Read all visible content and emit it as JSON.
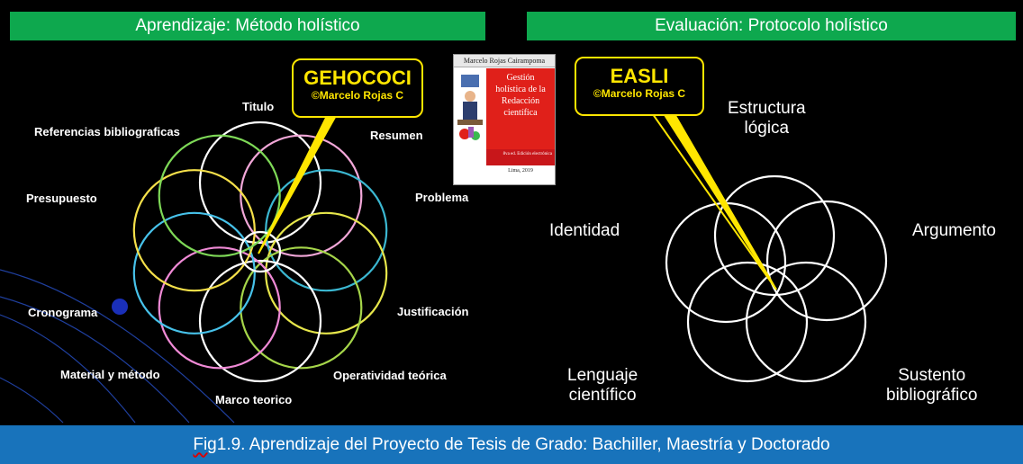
{
  "header": {
    "left_title": "Aprendizaje: Método holístico",
    "right_title": "Evaluación: Protocolo holístico"
  },
  "left_diagram": {
    "callout_title": "GEHOCOCI",
    "callout_author": "©Marcelo Rojas C",
    "labels": {
      "titulo": "Titulo",
      "referencias": "Referencias bibliograficas",
      "resumen": "Resumen",
      "presupuesto": "Presupuesto",
      "problema": "Problema",
      "cronograma": "Cronograma",
      "justificacion": "Justificación",
      "material": "Material y método",
      "operatividad": "Operatividad teórica",
      "marco": "Marco teorico"
    },
    "ring_colors": [
      "#ffffff",
      "#f2a7d8",
      "#3bb7d1",
      "#e6e64b",
      "#a6d64a",
      "#ffffff",
      "#f08ad6",
      "#47c2ea",
      "#f5e04a",
      "#7ed957",
      "#ffffff"
    ]
  },
  "book": {
    "author": "Marcelo Rojas Cairampoma",
    "title_line1": "Gestión",
    "title_line2": "holística de la",
    "title_line3": "Redacción",
    "title_line4": "científica",
    "edition": "8va ed. Edición electrónica",
    "place": "Lima, 2019"
  },
  "right_diagram": {
    "callout_title": "EASLI",
    "callout_author": "©Marcelo Rojas C",
    "labels": {
      "estructura_1": "Estructura",
      "estructura_2": "lógica",
      "identidad": "Identidad",
      "argumento": "Argumento",
      "lenguaje_1": "Lenguaje",
      "lenguaje_2": "científico",
      "sustento_1": "Sustento",
      "sustento_2": "bibliográfico"
    }
  },
  "footer": {
    "fig": "Fig",
    "caption": " 1.9. Aprendizaje del Proyecto de Tesis de Grado: Bachiller, Maestría y Doctorado"
  },
  "colors": {
    "header_green": "#0ea84e",
    "footer_blue": "#1873bb",
    "callout_yellow": "#ffe600"
  }
}
